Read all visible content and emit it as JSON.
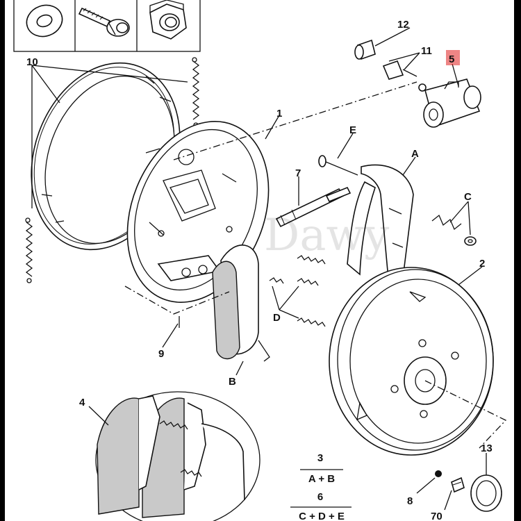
{
  "diagram": {
    "part_labels": {
      "p1": "1",
      "p2": "2",
      "p4": "4",
      "p5": "5",
      "p7": "7",
      "p8": "8",
      "p9": "9",
      "p10": "10",
      "p11": "11",
      "p12": "12",
      "p13": "13",
      "p70": "70",
      "pA": "A",
      "pB": "B",
      "pC": "C",
      "pD": "D",
      "pE": "E"
    },
    "highlighted_label": "5",
    "highlight_color": "#e02020",
    "kit_formulas": [
      {
        "kit": "3",
        "contents": "A + B"
      },
      {
        "kit": "6",
        "contents": "C + D + E"
      }
    ],
    "watermark": "Dawy"
  }
}
